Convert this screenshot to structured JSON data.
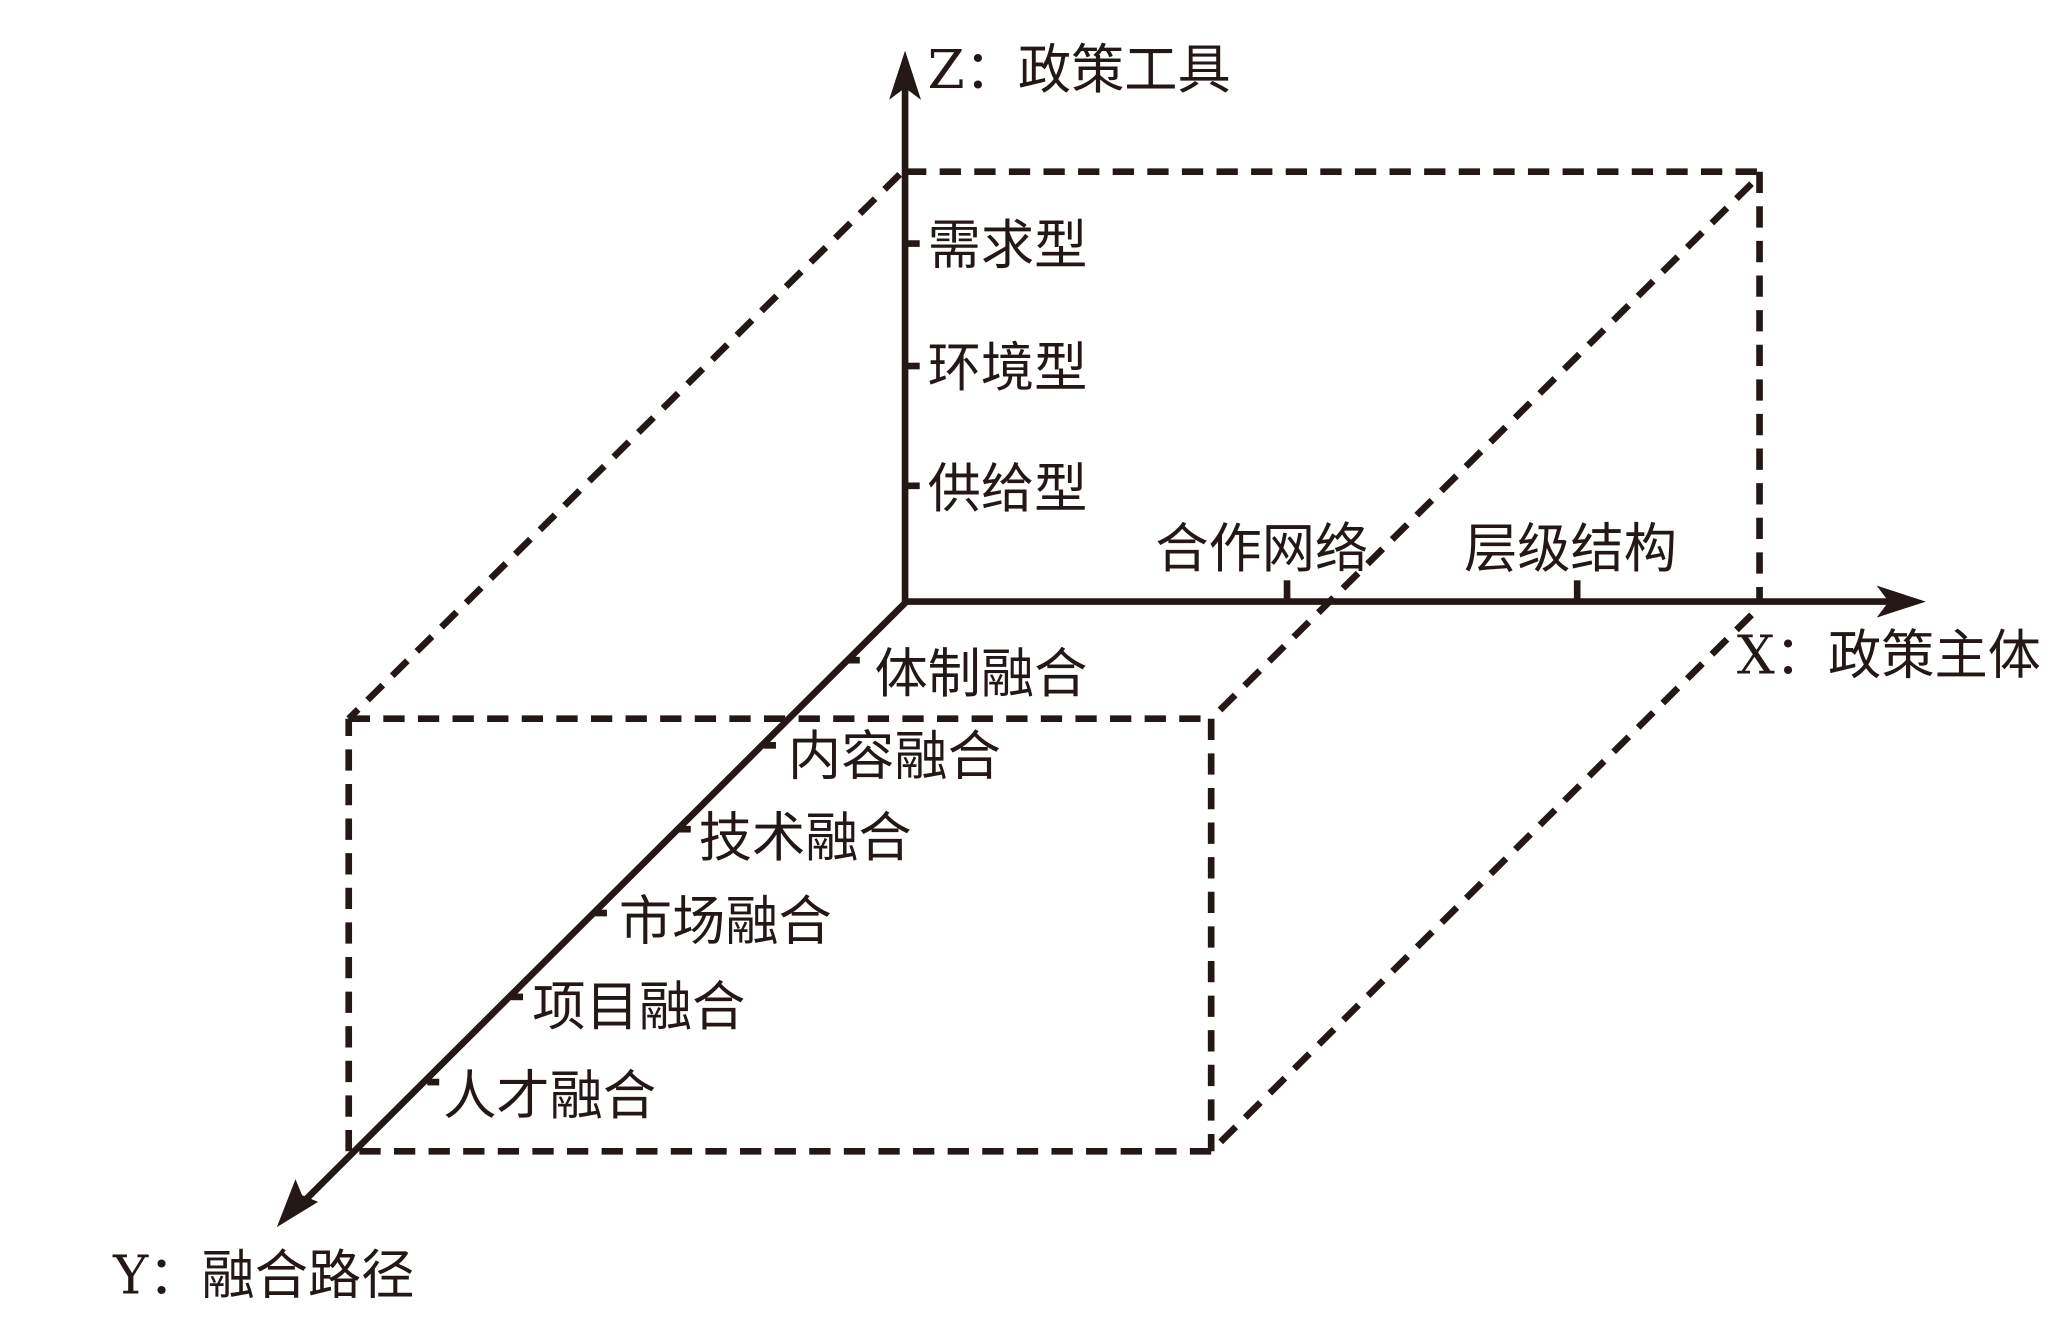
{
  "colors": {
    "ink": "#231815",
    "background": "#ffffff"
  },
  "axes": {
    "z": {
      "label": "Z：政策工具",
      "ticks": [
        "需求型",
        "环境型",
        "供给型"
      ]
    },
    "x": {
      "label": "X：政策主体",
      "ticks": [
        "合作网络",
        "层级结构"
      ]
    },
    "y": {
      "label": "Y：融合路径",
      "ticks": [
        "体制融合",
        "内容融合",
        "技术融合",
        "市场融合",
        "项目融合",
        "人才融合"
      ]
    }
  }
}
